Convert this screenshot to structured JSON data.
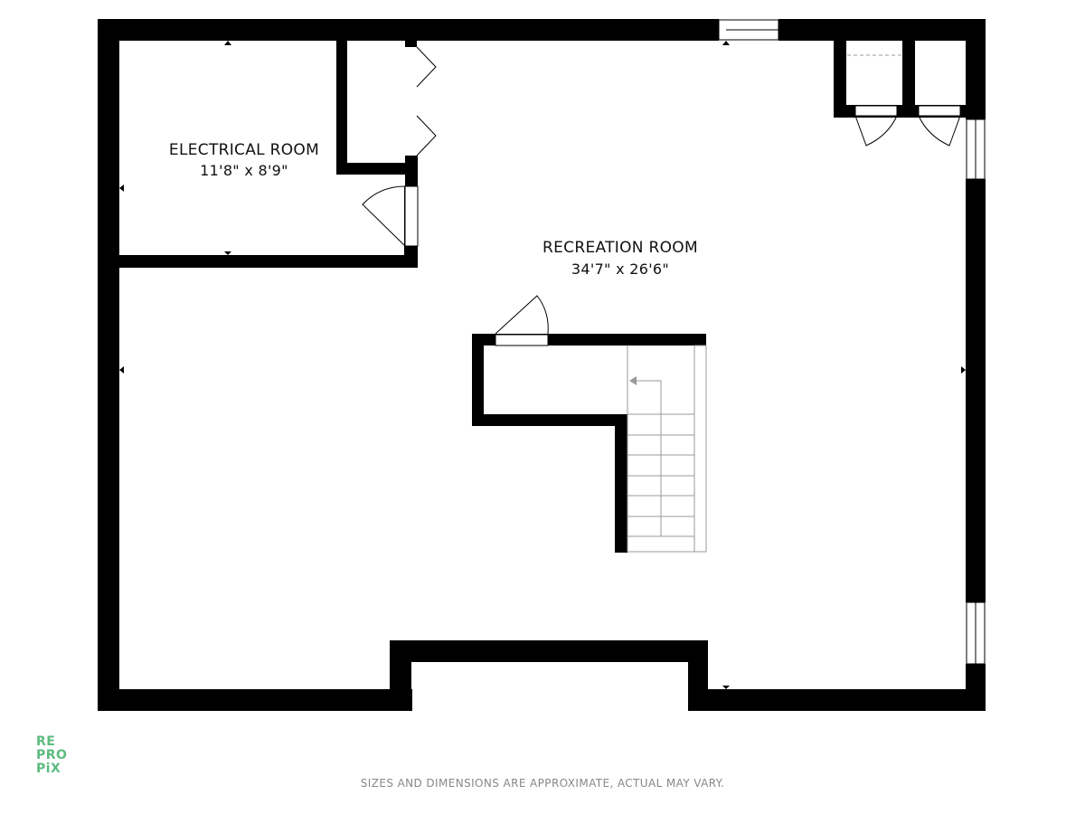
{
  "rooms": {
    "electrical": {
      "name": "ELECTRICAL ROOM",
      "dimensions": "11'8\" x 8'9\""
    },
    "recreation": {
      "name": "RECREATION ROOM",
      "dimensions": "34'7\" x 26'6\""
    }
  },
  "footer": {
    "disclaimer": "SIZES AND DIMENSIONS ARE APPROXIMATE, ACTUAL MAY VARY."
  },
  "logo": {
    "line1": "RE",
    "line2": "PRO",
    "line3": "PiX"
  },
  "colors": {
    "wall": "#000000",
    "logo": "#5dbb7f",
    "disclaimer": "#888888",
    "stair": "#999999"
  }
}
